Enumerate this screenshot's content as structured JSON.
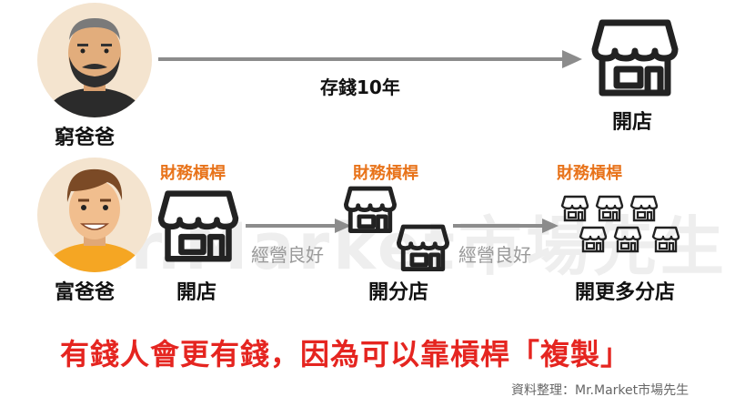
{
  "watermark": "Mr.Market市場先生",
  "poor": {
    "name": "窮爸爸",
    "arrow_label": "存錢10年",
    "result": "開店"
  },
  "rich": {
    "name": "富爸爸",
    "stages": [
      {
        "tag": "財務槓桿",
        "caption": "開店"
      },
      {
        "tag": "財務槓桿",
        "caption": "開分店"
      },
      {
        "tag": "財務槓桿",
        "caption": "開更多分店"
      }
    ],
    "arrow_labels": [
      "經營良好",
      "經營良好"
    ]
  },
  "headline": "有錢人會更有錢，因為可以靠槓桿「複製」",
  "credit": "資料整理：Mr.Market市場先生",
  "colors": {
    "accent_orange": "#e8731a",
    "headline_red": "#e52520",
    "arrow_grey": "#8c8c8c",
    "avatar_bg": "#f4e4cf",
    "rich_shirt": "#f5a623",
    "poor_shirt": "#2b2b2b"
  }
}
